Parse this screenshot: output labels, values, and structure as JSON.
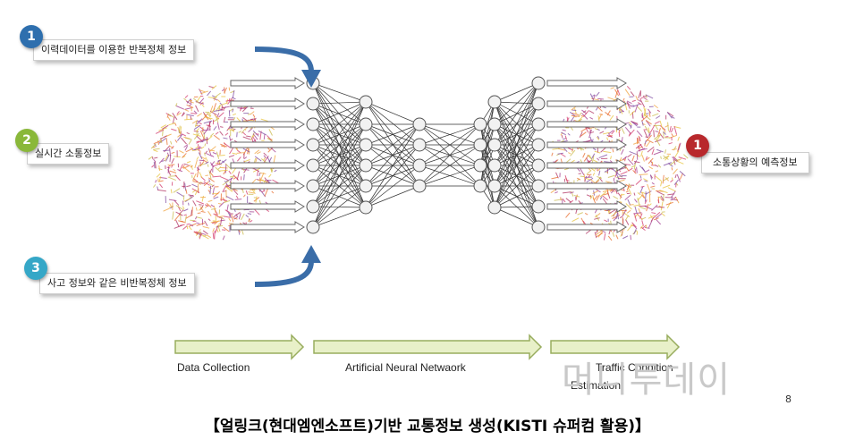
{
  "inputs": [
    {
      "num": "1",
      "label": "이력데이터를 이용한 반복정체 정보",
      "color": "#2e6fae"
    },
    {
      "num": "2",
      "label": "실시간 소통정보",
      "color": "#8ab83a"
    },
    {
      "num": "3",
      "label": "사고 정보와 같은 비반복정체 정보",
      "color": "#35a7c7"
    }
  ],
  "output": {
    "num": "1",
    "label": "소통상황의 예측정보",
    "color": "#b8282c"
  },
  "stages": {
    "s1": "Data Collection",
    "s2": "Artificial Neural Netwaork",
    "s3_line1": "Traffic Condition",
    "s3_line2": "Estimation"
  },
  "watermark": "머니투데이",
  "page_number": "8",
  "caption": "【얼링크(현대엠엔소프트)기반 교통정보 생성(KISTI 슈퍼컴 활용)】",
  "colors": {
    "arrow_blue": "#3a6da8",
    "stage_arrow_fill": "#e8f0c8",
    "stage_arrow_stroke": "#98ad5e"
  }
}
